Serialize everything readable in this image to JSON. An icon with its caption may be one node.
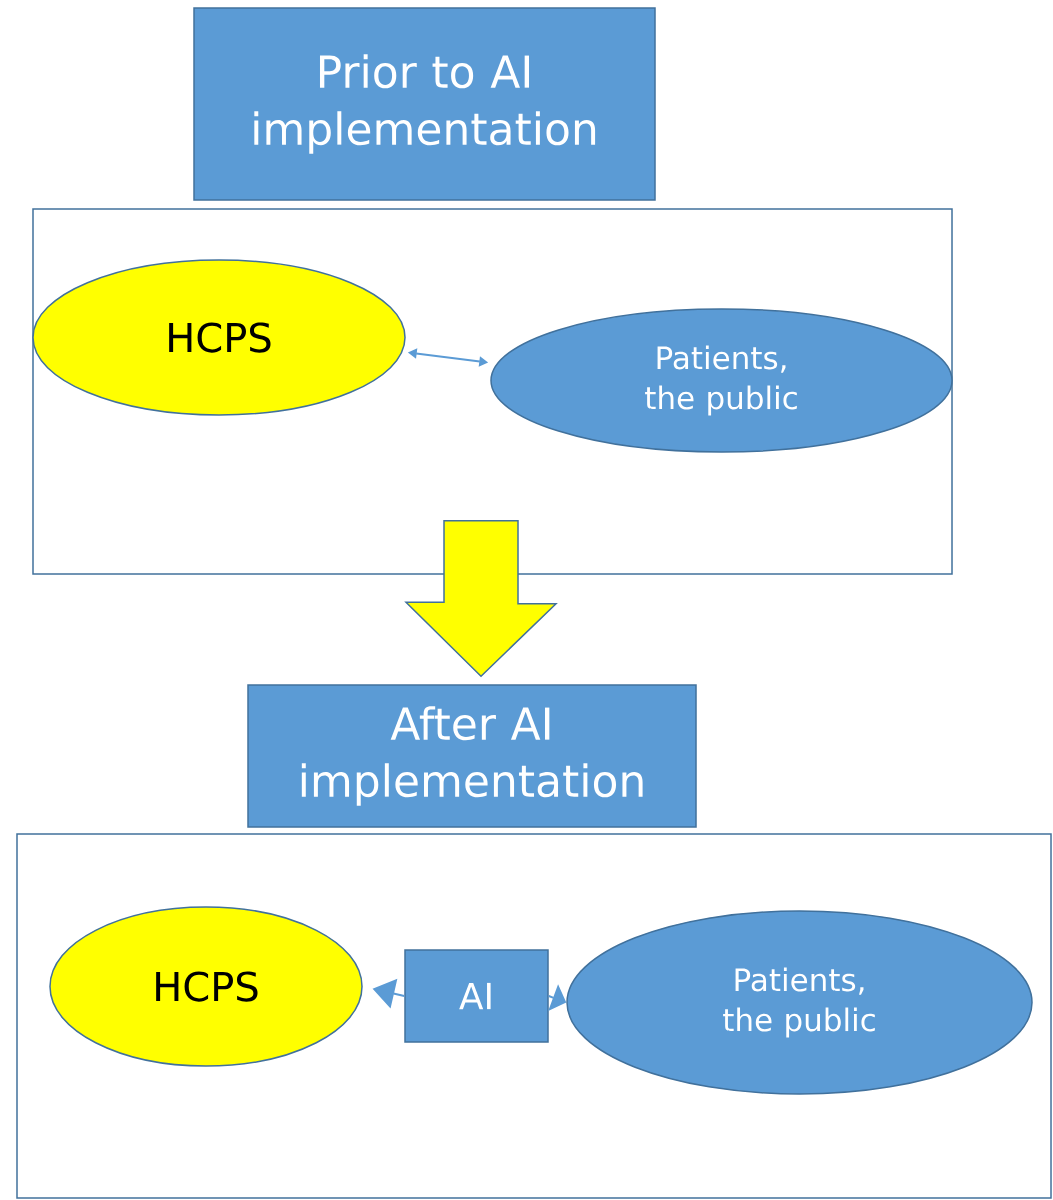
{
  "diagram": {
    "nodes": [
      {
        "text": [
          "Prior to AI implementation"
        ]
      },
      {
        "text": [],
        "shape": "box"
      },
      {
        "text": [
          "HCPS"
        ],
        "in": 1
      },
      {
        "text": [
          "Patients, the public"
        ],
        "in": 1
      },
      {
        "text": [
          "After AI implementation"
        ]
      },
      {
        "text": [],
        "shape": "box"
      },
      {
        "text": [
          "HCPS"
        ],
        "in": 5
      },
      {
        "text": [
          "AI"
        ],
        "in": 5
      },
      {
        "text": [
          "Patients, the public"
        ],
        "in": 5
      }
    ],
    "edges": [
      {
        "from": 2,
        "to": 3,
        "arrow": "both"
      },
      {
        "from": 1,
        "to": 4,
        "arrow": "to",
        "style": "thick",
        "color": "#ffff00"
      },
      {
        "from": 7,
        "to": 6,
        "arrow": "to"
      },
      {
        "from": 7,
        "to": 8,
        "arrow": "to"
      }
    ]
  }
}
